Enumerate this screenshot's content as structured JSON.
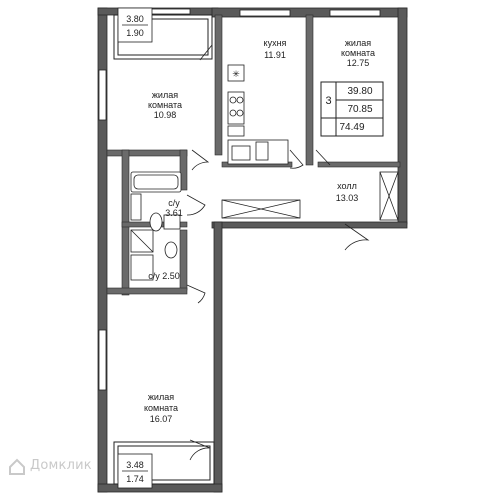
{
  "rooms": {
    "balcony_top": {
      "area": "3.80",
      "coef_area": "1.90"
    },
    "living_1": {
      "line1": "жилая",
      "line2": "комната",
      "area": "10.98"
    },
    "kitchen": {
      "name": "кухня",
      "area": "11.91"
    },
    "living_2": {
      "line1": "жилая",
      "line2": "комната",
      "area": "12.75"
    },
    "bath_1": {
      "name": "с/у",
      "area": "3.61"
    },
    "bath_2": {
      "name": "с/у",
      "area": "2.50"
    },
    "hall": {
      "name": "холл",
      "area": "13.03"
    },
    "living_3": {
      "line1": "жилая",
      "line2": "комната",
      "area": "16.07"
    },
    "balcony_bottom": {
      "area": "3.48",
      "coef_area": "1.74"
    }
  },
  "summary": {
    "rooms_count": "3",
    "living_area": "39.80",
    "total_area": "70.85",
    "total_with_balcony": "74.49"
  },
  "watermark": {
    "text": "Домклик"
  },
  "colors": {
    "wall": "#5a5a5a",
    "wall_dark": "#2a2a2a",
    "line": "#222222",
    "watermark": "#c9c9c9"
  }
}
